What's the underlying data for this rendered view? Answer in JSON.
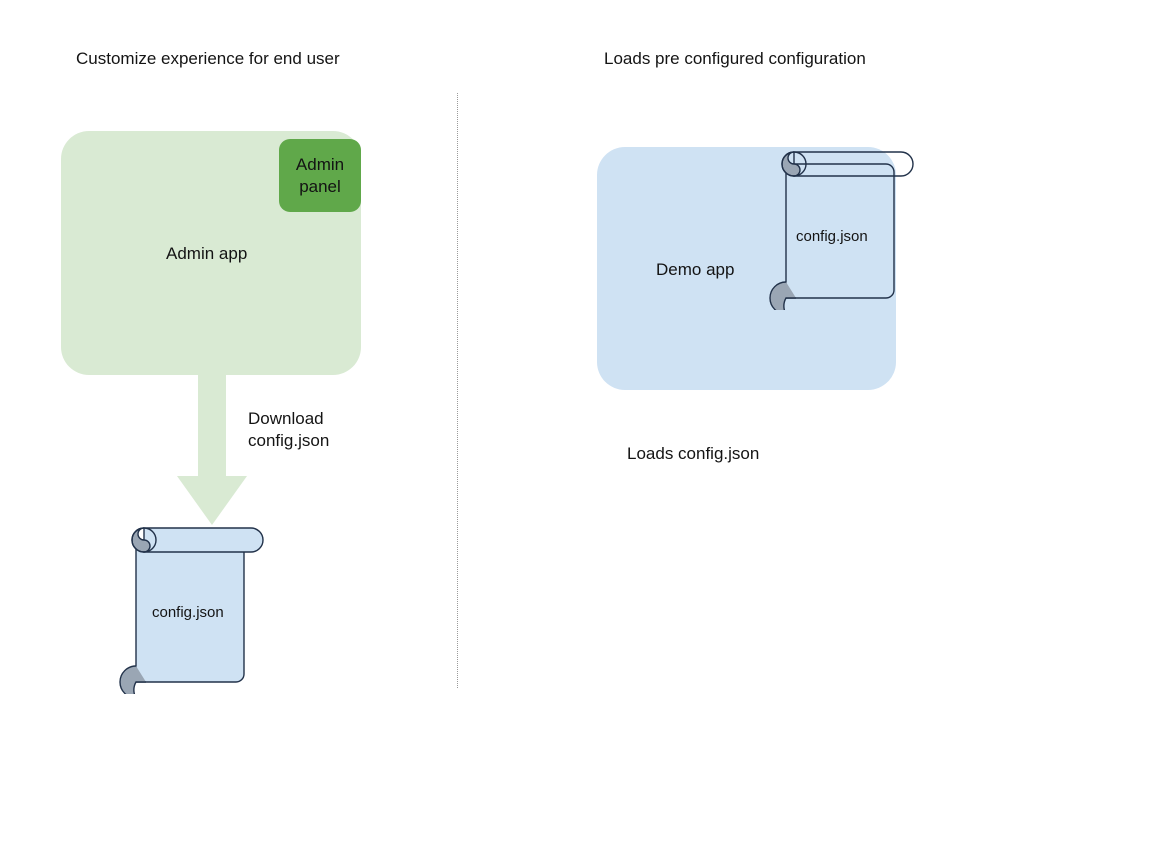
{
  "diagram": {
    "background": "#ffffff",
    "sections": [
      {
        "id": "left",
        "title": "Customize experience for end user",
        "app": {
          "label": "Admin app",
          "fill": "#d9ead3"
        },
        "chip": {
          "label": "Admin panel",
          "line1": "Admin",
          "line2": "panel",
          "fill": "#60a84a"
        },
        "arrow": {
          "label_line1": "Download",
          "label_line2": "config.json",
          "fill": "#d9ead3",
          "direction": "down"
        },
        "document": {
          "label": "config.json",
          "fill": "#cfe2f3",
          "stroke": "#22324a",
          "curl_fill": "#9aa6b4"
        }
      },
      {
        "id": "right",
        "title": "Loads pre configured configuration",
        "app": {
          "label": "Demo app",
          "fill": "#cfe2f3"
        },
        "document": {
          "label": "config.json",
          "fill": "transparent",
          "stroke": "#22324a",
          "curl_fill": "#9aa6b4"
        },
        "caption": "Loads config.json"
      }
    ],
    "divider": {
      "style": "dotted",
      "color": "#9a9a9a",
      "orientation": "vertical"
    }
  }
}
